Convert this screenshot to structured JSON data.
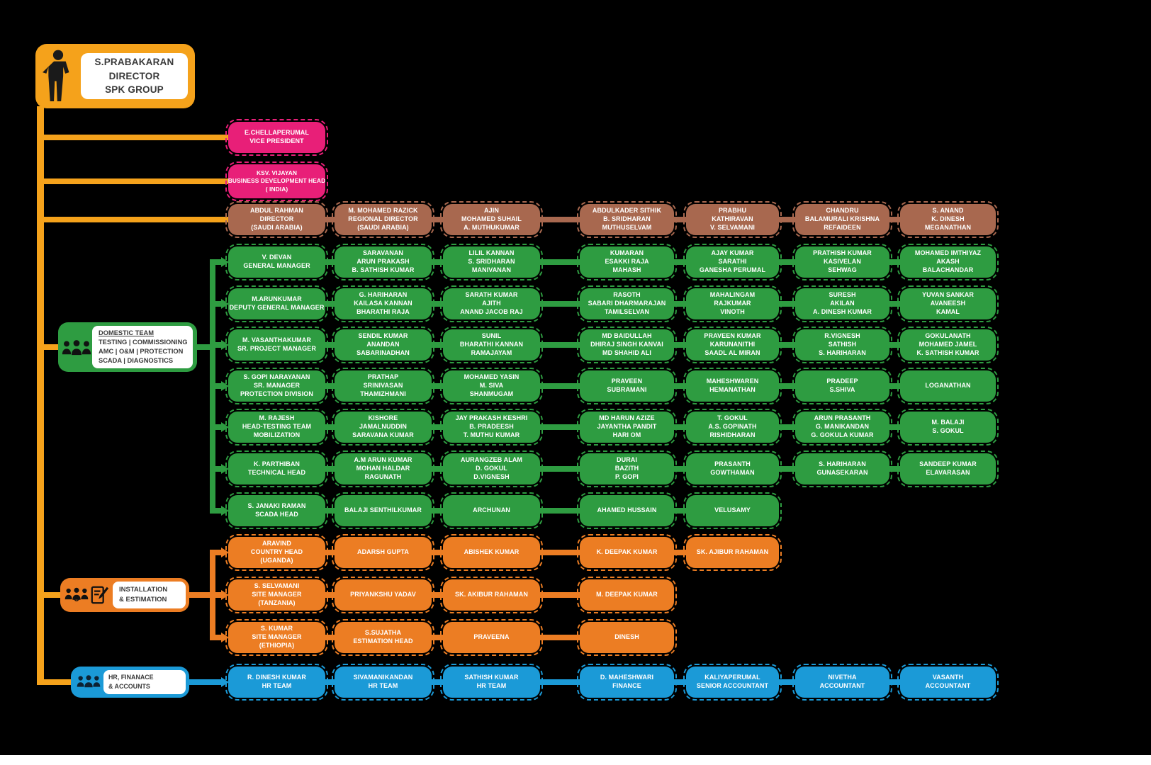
{
  "colors": {
    "yellow": "#F5A21B",
    "pink": "#E81F78",
    "brown": "#A8684F",
    "green": "#2E9C41",
    "orange": "#EC7D23",
    "blue": "#1B9AD7",
    "bg": "#000000"
  },
  "root": {
    "lines": [
      "S.PRABAKARAN",
      "DIRECTOR",
      "SPK GROUP"
    ]
  },
  "vice_president": {
    "lines": [
      "E.CHELLAPERUMAL",
      "VICE PRESIDENT"
    ]
  },
  "business_dev": {
    "lines": [
      "KSV. VIJAYAN",
      "BUSINESS DEVELOPMENT HEAD",
      "( INDIA)"
    ]
  },
  "directors_row": [
    [
      "ABDUL RAHMAN",
      "DIRECTOR",
      "(SAUDI ARABIA)"
    ],
    [
      "M. MOHAMED RAZICK",
      "REGIONAL DIRECTOR",
      "(SAUDI ARABIA)"
    ],
    [
      "AJIN",
      "MOHAMED SUHAIL",
      "A. MUTHUKUMAR"
    ],
    [
      "ABDULKADER SITHIK",
      "B. SRIDHARAN",
      "MUTHUSELVAM"
    ],
    [
      "PRABHU",
      "KATHIRAVAN",
      "V. SELVAMANI"
    ],
    [
      "CHANDRU",
      "BALAMURALI KRISHNA",
      "REFAIDEEN"
    ],
    [
      "S. ANAND",
      "K. DINESH",
      "MEGANATHAN"
    ]
  ],
  "domestic": {
    "label": {
      "title": "DOMESTIC TEAM",
      "lines": [
        "TESTING | COMMISSIONING",
        "AMC | O&M | PROTECTION",
        "SCADA | DIAGNOSTICS"
      ]
    },
    "rows": [
      [
        [
          "V. DEVAN",
          "GENERAL MANAGER"
        ],
        [
          "SARAVANAN",
          "ARUN PRAKASH",
          "B. SATHISH KUMAR"
        ],
        [
          "LILIL KANNAN",
          "S. SRIDHARAN",
          "MANIVANAN"
        ],
        [
          "KUMARAN",
          "ESAKKI RAJA",
          "MAHASH"
        ],
        [
          "AJAY KUMAR",
          "SARATHI",
          "GANESHA PERUMAL"
        ],
        [
          "PRATHISH KUMAR",
          "KASIVELAN",
          "SEHWAG"
        ],
        [
          "MOHAMED IMTHIYAZ",
          "AKASH",
          "BALACHANDAR"
        ]
      ],
      [
        [
          "M.ARUNKUMAR",
          "DEPUTY GENERAL MANAGER"
        ],
        [
          "G. HARIHARAN",
          "KAILASA KANNAN",
          "BHARATHI RAJA"
        ],
        [
          "SARATH KUMAR",
          "AJITH",
          "ANAND JACOB RAJ"
        ],
        [
          "RASOTH",
          "SABARI DHARMARAJAN",
          "TAMILSELVAN"
        ],
        [
          "MAHALINGAM",
          "RAJKUMAR",
          "VINOTH"
        ],
        [
          "SURESH",
          "AKILAN",
          "A. DINESH KUMAR"
        ],
        [
          "YUVAN SANKAR",
          "AVANEESH",
          "KAMAL"
        ]
      ],
      [
        [
          "M. VASANTHAKUMAR",
          "SR. PROJECT MANAGER"
        ],
        [
          "SENDIL KUMAR",
          "ANANDAN",
          "SABARINADHAN"
        ],
        [
          "SUNIL",
          "BHARATHI KANNAN",
          "RAMAJAYAM"
        ],
        [
          "MD BAIDULLAH",
          "DHIRAJ SINGH KANVAI",
          "MD SHAHID ALI"
        ],
        [
          "PRAVEEN KUMAR",
          "KARUNANITHI",
          "SAADL AL MIRAN"
        ],
        [
          "R.VIGNESH",
          "SATHISH",
          "S. HARIHARAN"
        ],
        [
          "GOKULANATH",
          "MOHAMED JAMEL",
          "K. SATHISH KUMAR"
        ]
      ],
      [
        [
          "S. GOPI NARAYANAN",
          "SR. MANAGER",
          "PROTECTION DIVISION"
        ],
        [
          "PRATHAP",
          "SRINIVASAN",
          "THAMIZHMANI"
        ],
        [
          "MOHAMED YASIN",
          "M. SIVA",
          "SHANMUGAM"
        ],
        [
          "PRAVEEN",
          "SUBRAMANI"
        ],
        [
          "MAHESHWAREN",
          "HEMANATHAN"
        ],
        [
          "PRADEEP",
          "S.SHIVA"
        ],
        [
          "LOGANATHAN"
        ]
      ],
      [
        [
          "M. RAJESH",
          "HEAD-TESTING TEAM",
          "MOBILIZATION"
        ],
        [
          "KISHORE",
          "JAMALNUDDIN",
          "SARAVANA KUMAR"
        ],
        [
          "JAY PRAKASH KESHRI",
          "B. PRADEESH",
          "T. MUTHU KUMAR"
        ],
        [
          "MD HARUN AZIZE",
          "JAYANTHA PANDIT",
          "HARI OM"
        ],
        [
          "T. GOKUL",
          "A.S. GOPINATH",
          "RISHIDHARAN"
        ],
        [
          "ARUN PRASANTH",
          "G. MANIKANDAN",
          "G. GOKULA KUMAR"
        ],
        [
          "M. BALAJI",
          "S. GOKUL"
        ]
      ],
      [
        [
          "K. PARTHIBAN",
          "TECHNICAL HEAD"
        ],
        [
          "A.M ARUN KUMAR",
          "MOHAN HALDAR",
          "RAGUNATH"
        ],
        [
          "AURANGZEB ALAM",
          "D. GOKUL",
          "D.VIGNESH"
        ],
        [
          "DURAI",
          "BAZITH",
          "P. GOPI"
        ],
        [
          "PRASANTH",
          "GOWTHAMAN"
        ],
        [
          "S. HARIHARAN",
          "GUNASEKARAN"
        ],
        [
          "SANDEEP KUMAR",
          "ELAVARASAN"
        ]
      ],
      [
        [
          "S. JANAKI RAMAN",
          "SCADA HEAD"
        ],
        [
          "BALAJI SENTHILKUMAR"
        ],
        [
          "ARCHUNAN"
        ],
        [
          "AHAMED HUSSAIN"
        ],
        [
          "VELUSAMY"
        ]
      ]
    ]
  },
  "installation": {
    "label": {
      "lines": [
        "INSTALLATION",
        "& ESTIMATION"
      ]
    },
    "rows": [
      [
        [
          "ARAVIND",
          "COUNTRY HEAD",
          "(UGANDA)"
        ],
        [
          "ADARSH GUPTA"
        ],
        [
          "ABISHEK KUMAR"
        ],
        [
          "K. DEEPAK KUMAR"
        ],
        [
          "SK. AJIBUR RAHAMAN"
        ]
      ],
      [
        [
          "S. SELVAMANI",
          "SITE MANAGER",
          "(TANZANIA)"
        ],
        [
          "PRIYANKSHU YADAV"
        ],
        [
          "SK. AKIBUR RAHAMAN"
        ],
        [
          "M. DEEPAK KUMAR"
        ]
      ],
      [
        [
          "S. KUMAR",
          "SITE MANAGER",
          "(ETHIOPIA)"
        ],
        [
          "S.SUJATHA",
          "ESTIMATION HEAD"
        ],
        [
          "PRAVEENA"
        ],
        [
          "DINESH"
        ]
      ]
    ]
  },
  "hr": {
    "label": {
      "lines": [
        "HR, FINANACE",
        "& ACCOUNTS"
      ]
    },
    "rows": [
      [
        [
          "R. DINESH KUMAR",
          "HR TEAM"
        ],
        [
          "SIVAMANIKANDAN",
          "HR TEAM"
        ],
        [
          "SATHISH KUMAR",
          "HR TEAM"
        ],
        [
          "D. MAHESHWARI",
          "FINANCE"
        ],
        [
          "KALIYAPERUMAL",
          "SENIOR ACCOUNTANT"
        ],
        [
          "NIVETHA",
          "ACCOUNTANT"
        ],
        [
          "VASANTH",
          "ACCOUNTANT"
        ]
      ]
    ]
  }
}
